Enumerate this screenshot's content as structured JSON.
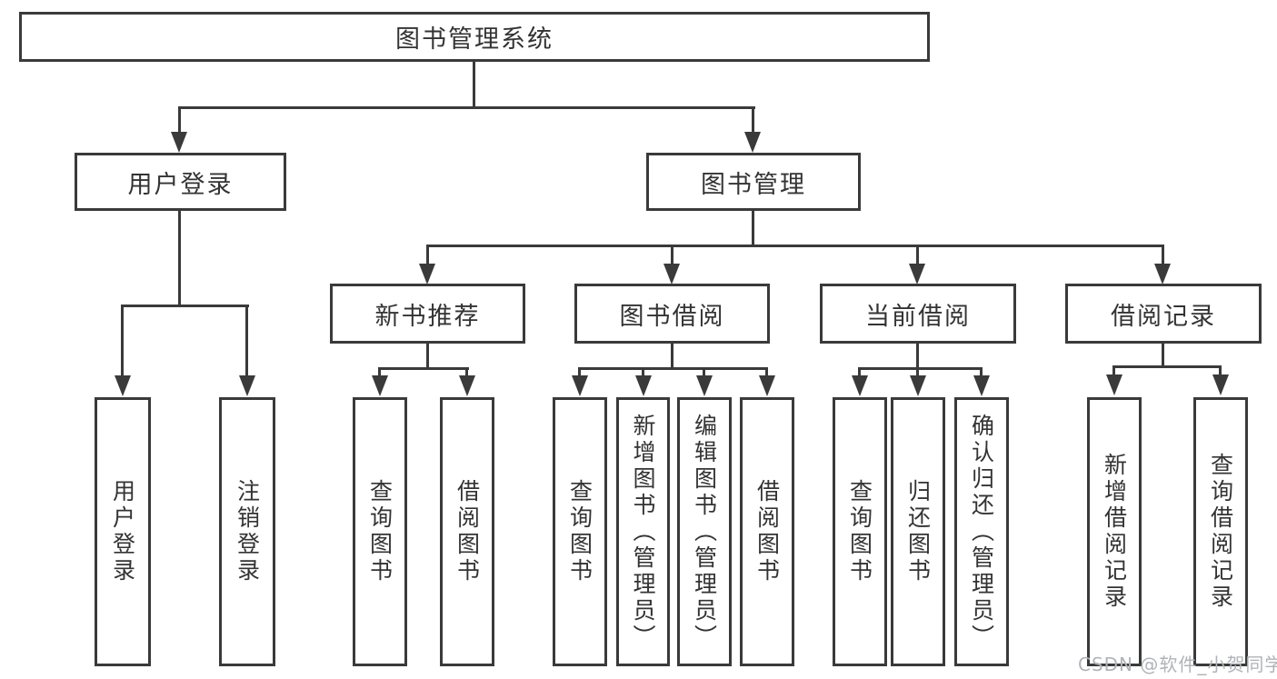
{
  "tree": {
    "root": {
      "label": "图书管理系统"
    },
    "branches": [
      {
        "label": "用户登录",
        "leaves": [
          {
            "label": "用户登录"
          },
          {
            "label": "注销登录"
          }
        ]
      },
      {
        "label": "图书管理",
        "groups": [
          {
            "label": "新书推荐",
            "leaves": [
              {
                "label": "查询图书"
              },
              {
                "label": "借阅图书"
              }
            ]
          },
          {
            "label": "图书借阅",
            "leaves": [
              {
                "label": "查询图书"
              },
              {
                "label": "新增图书（管理员）"
              },
              {
                "label": "编辑图书（管理员）"
              },
              {
                "label": "借阅图书"
              }
            ]
          },
          {
            "label": "当前借阅",
            "leaves": [
              {
                "label": "查询图书"
              },
              {
                "label": "归还图书"
              },
              {
                "label": "确认归还（管理员）"
              }
            ]
          },
          {
            "label": "借阅记录",
            "leaves": [
              {
                "label": "新增借阅记录"
              },
              {
                "label": "查询借阅记录"
              }
            ]
          }
        ]
      }
    ]
  },
  "watermark": {
    "text": "CSDN @软件_小贺同学"
  },
  "colors": {
    "line": "#3a3a3a",
    "text": "#333333",
    "watermark": "#b0b3b8",
    "background": "#ffffff"
  }
}
